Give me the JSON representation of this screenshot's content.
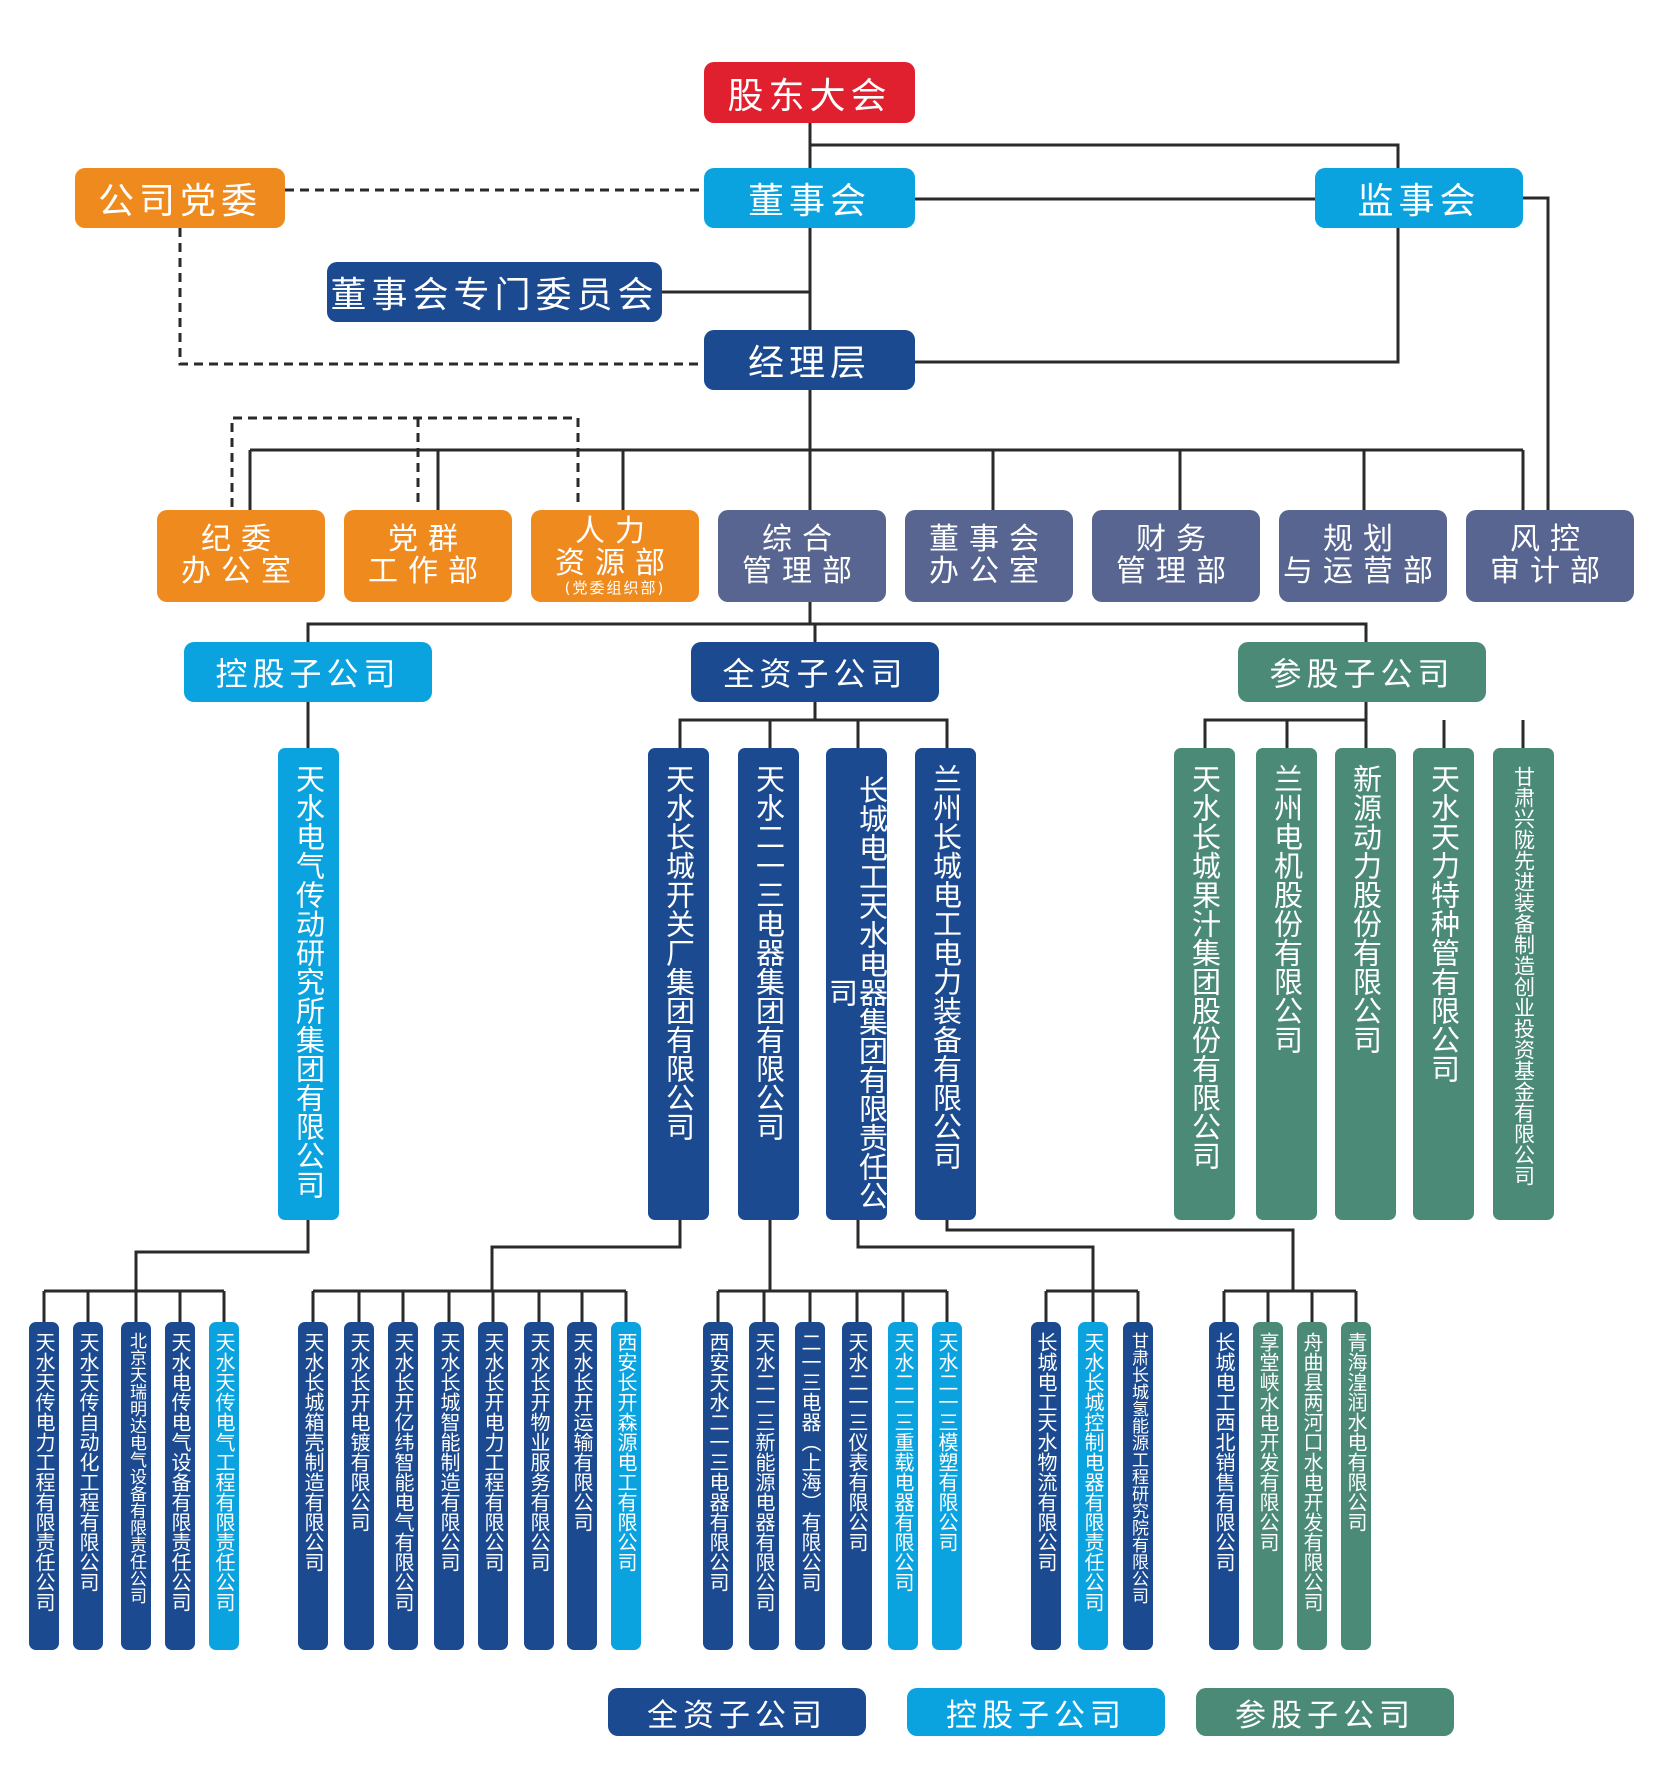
{
  "colors": {
    "red": "#e0202f",
    "orange": "#ef8a1f",
    "light_blue": "#0aa3e0",
    "dark_blue": "#1b4a91",
    "slate": "#576590",
    "teal": "#4a8a76",
    "line": "#2a2a2a"
  },
  "governance": {
    "shareholders": "股东大会",
    "party_committee": "公司党委",
    "board": "董事会",
    "supervisors": "监事会",
    "board_committees": "董事会专门委员会",
    "management": "经理层"
  },
  "departments": [
    {
      "line1": "纪委",
      "line2": "办公室"
    },
    {
      "line1": "党群",
      "line2": "工作部"
    },
    {
      "line1": "人力",
      "line2": "资源部",
      "line3": "(党委组织部)"
    },
    {
      "line1": "综合",
      "line2": "管理部"
    },
    {
      "line1": "董事会",
      "line2": "办公室"
    },
    {
      "line1": "财务",
      "line2": "管理部"
    },
    {
      "line1": "规划",
      "line2": "与运营部"
    },
    {
      "line1": "风控",
      "line2": "审计部"
    }
  ],
  "categories": {
    "holding": "控股子公司",
    "wholly_owned": "全资子公司",
    "participating": "参股子公司"
  },
  "level1": {
    "holding": [
      "天水电气传动研究所集团有限公司"
    ],
    "wholly_owned": [
      "天水长城开关厂集团有限公司",
      "天水二一三电器集团有限公司",
      "长城电工天水电器集团有限责任公司",
      "兰州长城电工电力装备有限公司"
    ],
    "participating": [
      "天水长城果汁集团股份有限公司",
      "兰州电机股份有限公司",
      "新源动力股份有限公司",
      "天水天力特种管有限公司",
      "甘肃兴陇先进装备制造创业投资基金有限公司"
    ]
  },
  "level2": {
    "group_a": [
      "天水天传电力工程有限责任公司",
      "天水天传自动化工程有限公司",
      "北京天瑞明达电气设备有限责任公司",
      "天水电传电气设备有限责任公司",
      "天水天传电气工程有限责任公司"
    ],
    "group_b": [
      "天水长城箱壳制造有限公司",
      "天水长开电镀有限公司",
      "天水长开亿纬智能电气有限公司",
      "天水长城智能制造有限公司",
      "天水长开电力工程有限公司",
      "天水长开物业服务有限公司",
      "天水长开运输有限公司",
      "西安长开森源电工有限公司"
    ],
    "group_c": [
      "西安天水二一三电器有限公司",
      "天水二一三新能源电器有限公司",
      "二一三电器（上海）有限公司",
      "天水二一三仪表有限公司",
      "天水二一三重载电器有限公司",
      "天水二一三模塑有限公司"
    ],
    "group_d": [
      "长城电工天水物流有限公司",
      "天水长城控制电器有限责任公司",
      "甘肃长城氢能源工程研究院有限公司"
    ],
    "group_e": [
      "长城电工西北销售有限公司",
      "享堂峡水电开发有限公司",
      "舟曲县两河口水电开发有限公司",
      "青海湟润水电有限公司"
    ]
  },
  "legend": [
    "全资子公司",
    "控股子公司",
    "参股子公司"
  ]
}
